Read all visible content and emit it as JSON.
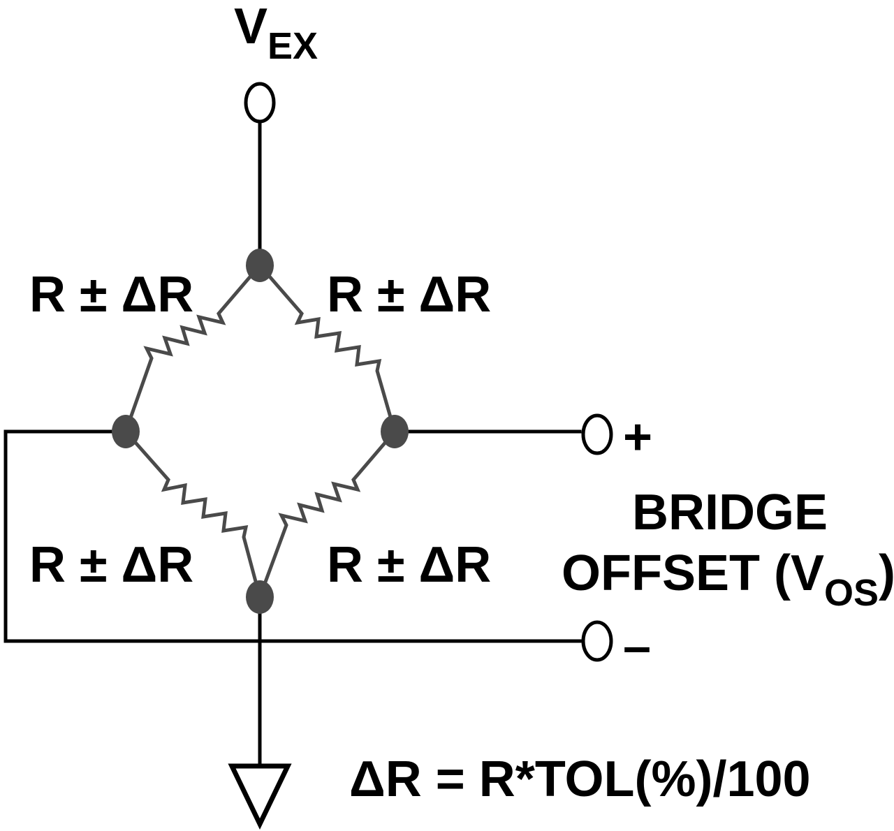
{
  "excitation": {
    "main": "V",
    "sub": "EX"
  },
  "resistor_label": "R ± ΔR",
  "output_plus": "+",
  "output_minus": "–",
  "bridge_title_line1": "BRIDGE",
  "bridge_title_line2_prefix": "OFFSET (V",
  "bridge_title_line2_sub": "OS",
  "bridge_title_line2_suffix": ")",
  "formula": "ΔR = R*TOL(%)/100",
  "colors": {
    "wire": "#000000",
    "bridge": "#4a4a4a",
    "background": "#ffffff"
  }
}
